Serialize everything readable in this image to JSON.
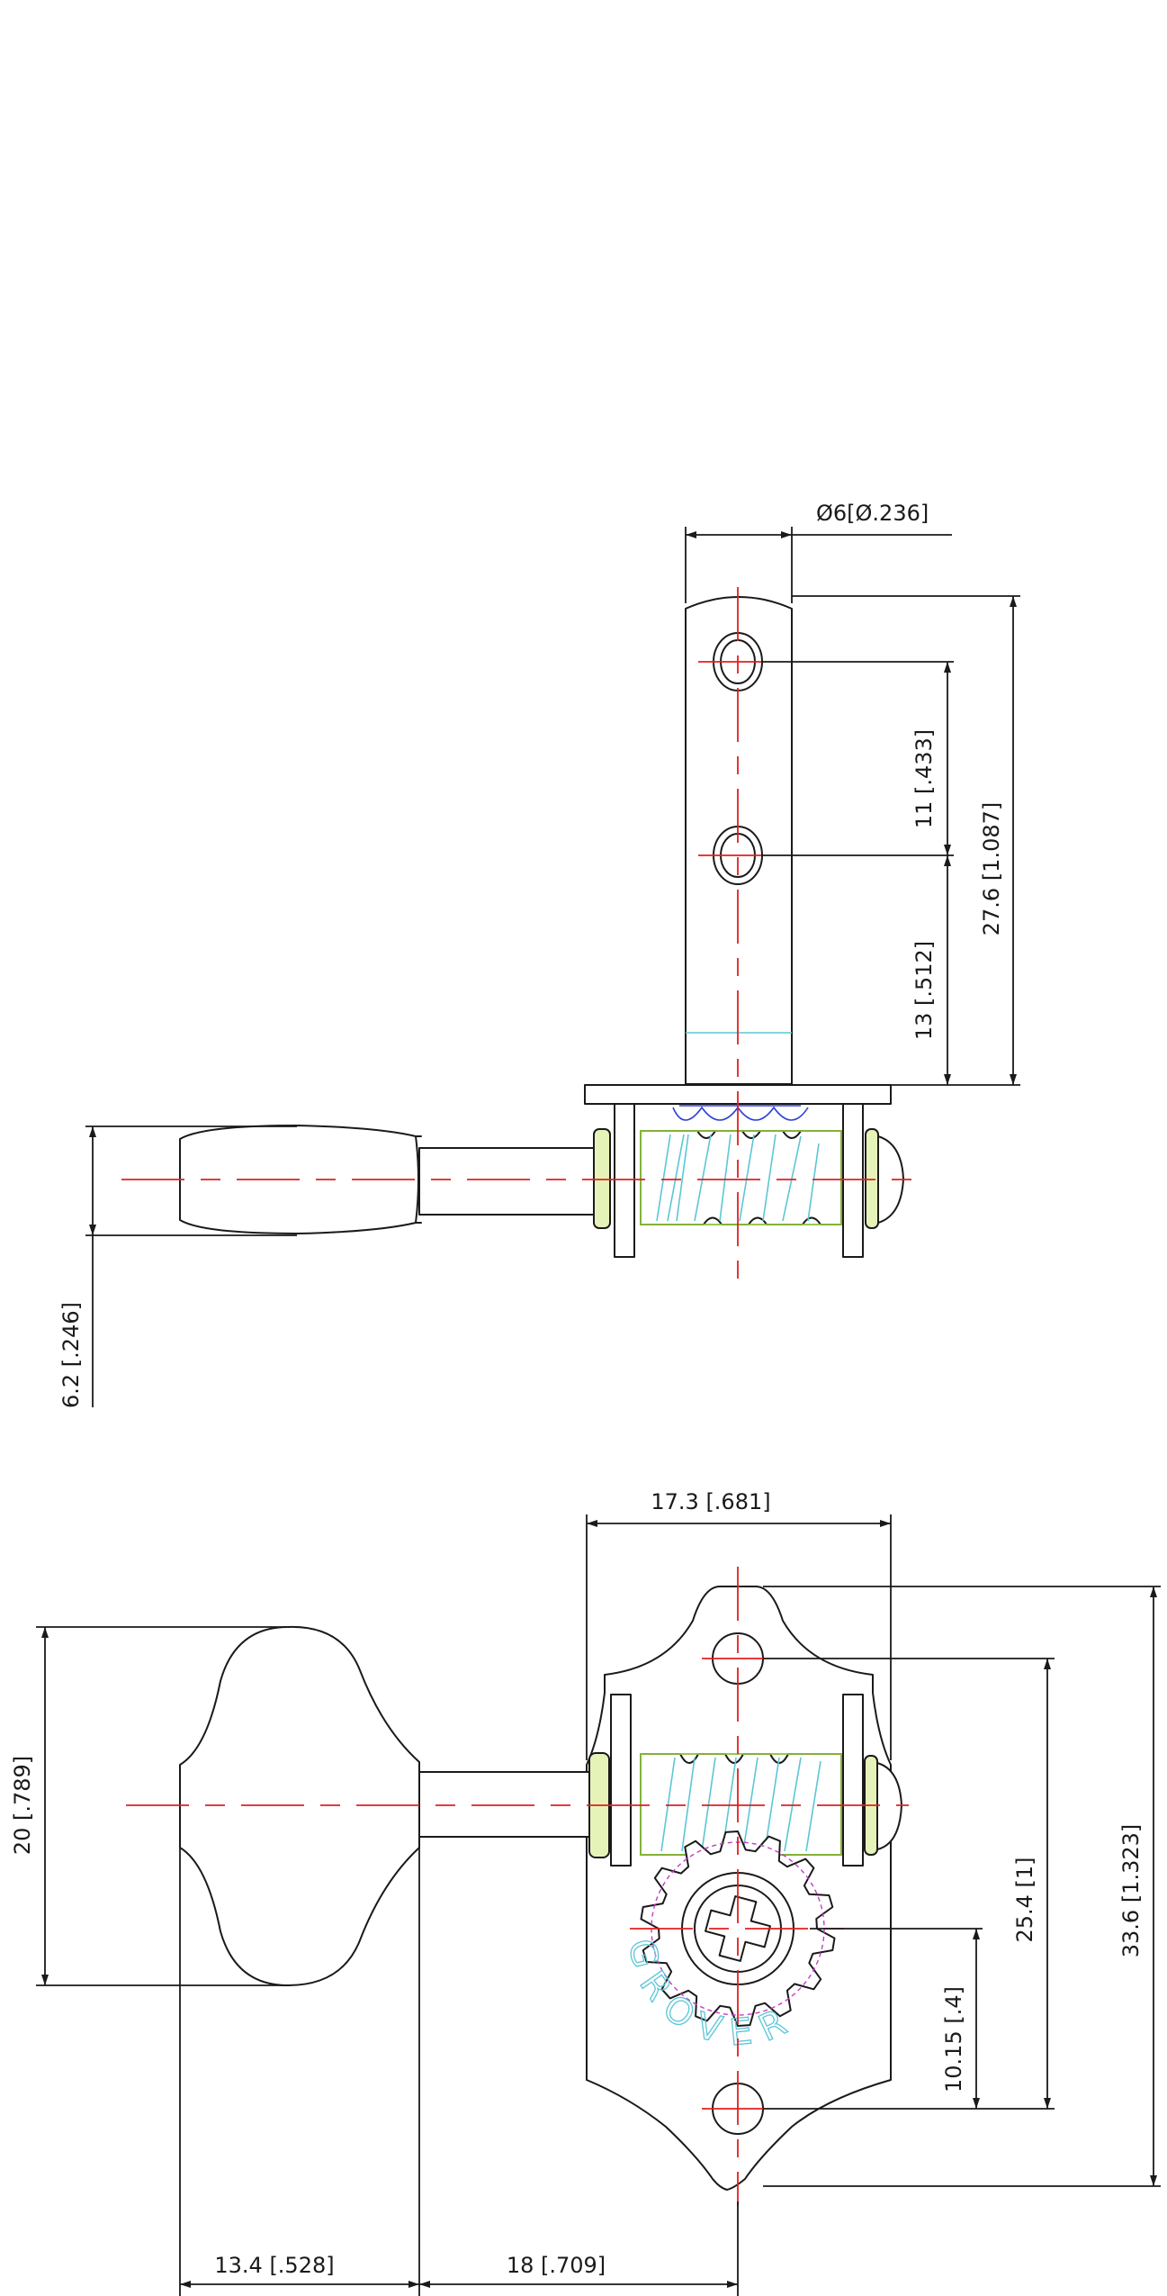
{
  "dimensions": {
    "post_diameter": "Ø6[Ø.236]",
    "hole_spacing": "11 [.433]",
    "post_height": "27.6 [1.087]",
    "hole_to_base": "13 [.512]",
    "button_thickness": "6.2 [.246]",
    "plate_width": "17.3 [.681]",
    "button_height": "20 [.789]",
    "mount_hole_spacing": "25.4 [1]",
    "plate_height": "33.6 [1.323]",
    "gear_offset": "10.15 [.4]",
    "button_length": "13.4 [.528]",
    "shaft_length": "18 [.709]"
  },
  "brand_mark": "GROVER",
  "colors": {
    "outline": "#1a1a1a",
    "centerline": "#e02020",
    "worm": "#5bc6d6",
    "bushing": "#e6f3b8",
    "gear_pitch": "#c33cc3"
  }
}
